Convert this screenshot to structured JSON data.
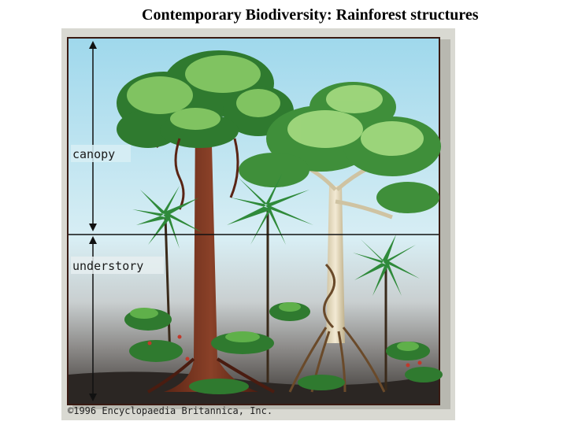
{
  "slide": {
    "title": "Contemporary Biodiversity: Rainforest structures"
  },
  "diagram": {
    "layers": [
      {
        "label": "canopy"
      },
      {
        "label": "understory"
      }
    ],
    "credit": "©1996 Encyclopaedia Britannica, Inc."
  },
  "colors": {
    "sky_top": "#9fd8ec",
    "sky_bottom": "#eef6f8",
    "leaf_dark": "#2f7a2f",
    "leaf_light": "#8fd06a",
    "trunk_brown": "#7a3a22",
    "trunk_pale": "#e8dcc0",
    "ground": "#3a3633"
  }
}
